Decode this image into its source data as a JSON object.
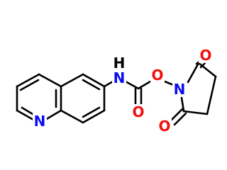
{
  "colors": {
    "bond": "#000000",
    "N": "#0c0cf2",
    "O": "#f21010",
    "background": "#ffffff"
  },
  "atoms": {
    "n_ring": "N",
    "nh_n": "N",
    "nh_h": "H",
    "o_ester": "O",
    "o_carbonyl": "O",
    "n_imide": "N",
    "o_imide_top": "O",
    "o_imide_bottom": "O"
  }
}
